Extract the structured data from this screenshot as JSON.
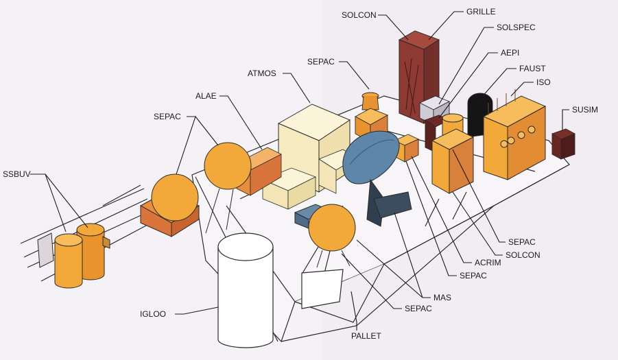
{
  "labels": {
    "ssbuv": "SSBUV",
    "sepac_left": "SEPAC",
    "alae": "ALAE",
    "atmos": "ATMOS",
    "sepac_top": "SEPAC",
    "solcon_top": "SOLCON",
    "grille": "GRILLE",
    "solspec": "SOLSPEC",
    "aepi": "AEPI",
    "faust": "FAUST",
    "iso": "ISO",
    "susim": "SUSIM",
    "sepac_right": "SEPAC",
    "solcon_right": "SOLCON",
    "acrim": "ACRIM",
    "sepac_mid": "SEPAC",
    "mas": "MAS",
    "sepac_bottom": "SEPAC",
    "pallet": "PALLET",
    "igloo": "IGLOO"
  },
  "colors": {
    "orange": "#f2a93a",
    "orange_dark": "#d98a24",
    "maroon": "#8e3a32",
    "blue": "#5d86a8",
    "cream": "#f7ecc4",
    "line": "#2a2a2a"
  }
}
